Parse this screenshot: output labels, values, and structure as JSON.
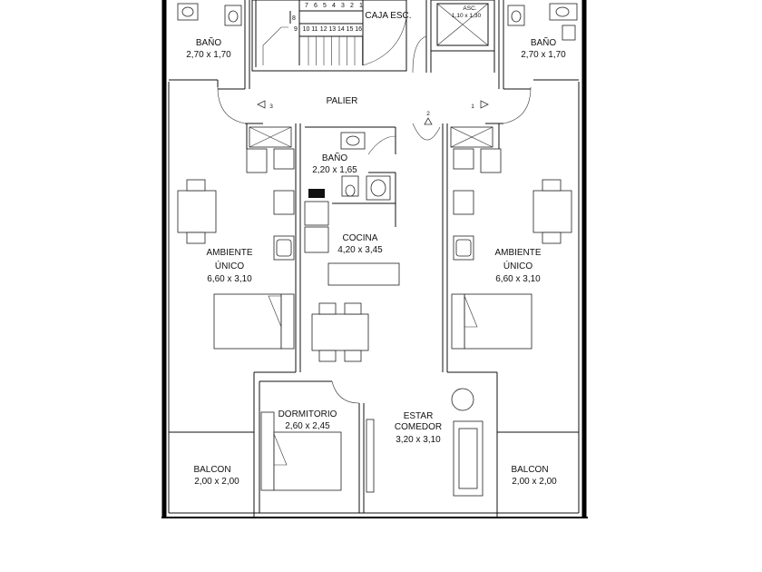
{
  "labels": {
    "bano_tl": "BAÑO",
    "bano_tl_dim": "2,70 x 1,70",
    "bano_tr": "BAÑO",
    "bano_tr_dim": "2,70 x 1,70",
    "caja_esc": "CAJA ESC.",
    "asc": "ASC.",
    "asc_dim": "1,10 x 1,30",
    "palier": "PALIER",
    "unit_1": "1",
    "unit_2": "2",
    "unit_3": "3",
    "bano_c": "BAÑO",
    "bano_c_dim": "2,20 x 1,65",
    "cocina": "COCINA",
    "cocina_dim": "4,20 x 3,45",
    "amb_l_1": "AMBIENTE",
    "amb_l_2": "ÚNICO",
    "amb_l_dim": "6,60 x 3,10",
    "amb_r_1": "AMBIENTE",
    "amb_r_2": "ÚNICO",
    "amb_r_dim": "6,60 x 3,10",
    "dormitorio": "DORMITORIO",
    "dormitorio_dim": "2,60 x 2,45",
    "estar_1": "ESTAR",
    "estar_2": "COMEDOR",
    "estar_dim": "3,20 x 3,10",
    "balcon_l": "BALCON",
    "balcon_l_dim": "2,00 x 2,00",
    "balcon_r": "BALCON",
    "balcon_r_dim": "2,00 x 2,00"
  },
  "stairs": {
    "top_row": [
      "7",
      "6",
      "5",
      "4",
      "3",
      "2",
      "1"
    ],
    "mid_row": [
      "8"
    ],
    "bottom_row": [
      "9",
      "10",
      "11",
      "12",
      "13",
      "14",
      "15",
      "16"
    ]
  }
}
